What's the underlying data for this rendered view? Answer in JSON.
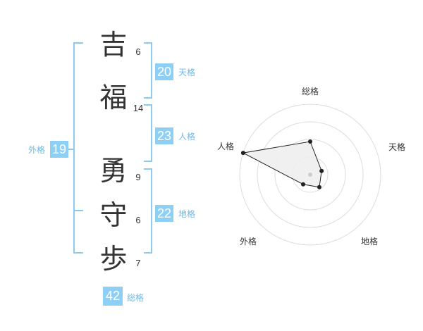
{
  "name": {
    "chars": [
      "吉",
      "福",
      "勇",
      "守",
      "歩"
    ],
    "strokes": [
      "6",
      "14",
      "9",
      "6",
      "7"
    ]
  },
  "fortune": {
    "tenkaku": {
      "value": "20",
      "label": "天格"
    },
    "jinkaku": {
      "value": "23",
      "label": "人格"
    },
    "chikaku": {
      "value": "22",
      "label": "地格"
    },
    "gaikaku": {
      "value": "19",
      "label": "外格"
    },
    "soukaku": {
      "value": "42",
      "label": "総格"
    }
  },
  "radar": {
    "labels": [
      "総格",
      "天格",
      "地格",
      "外格",
      "人格"
    ],
    "values": [
      0.47,
      0.17,
      0.22,
      0.17,
      1.0
    ],
    "colors": {
      "fill": "#eeeeee",
      "stroke": "#222222",
      "ring": "#dddddd"
    }
  }
}
